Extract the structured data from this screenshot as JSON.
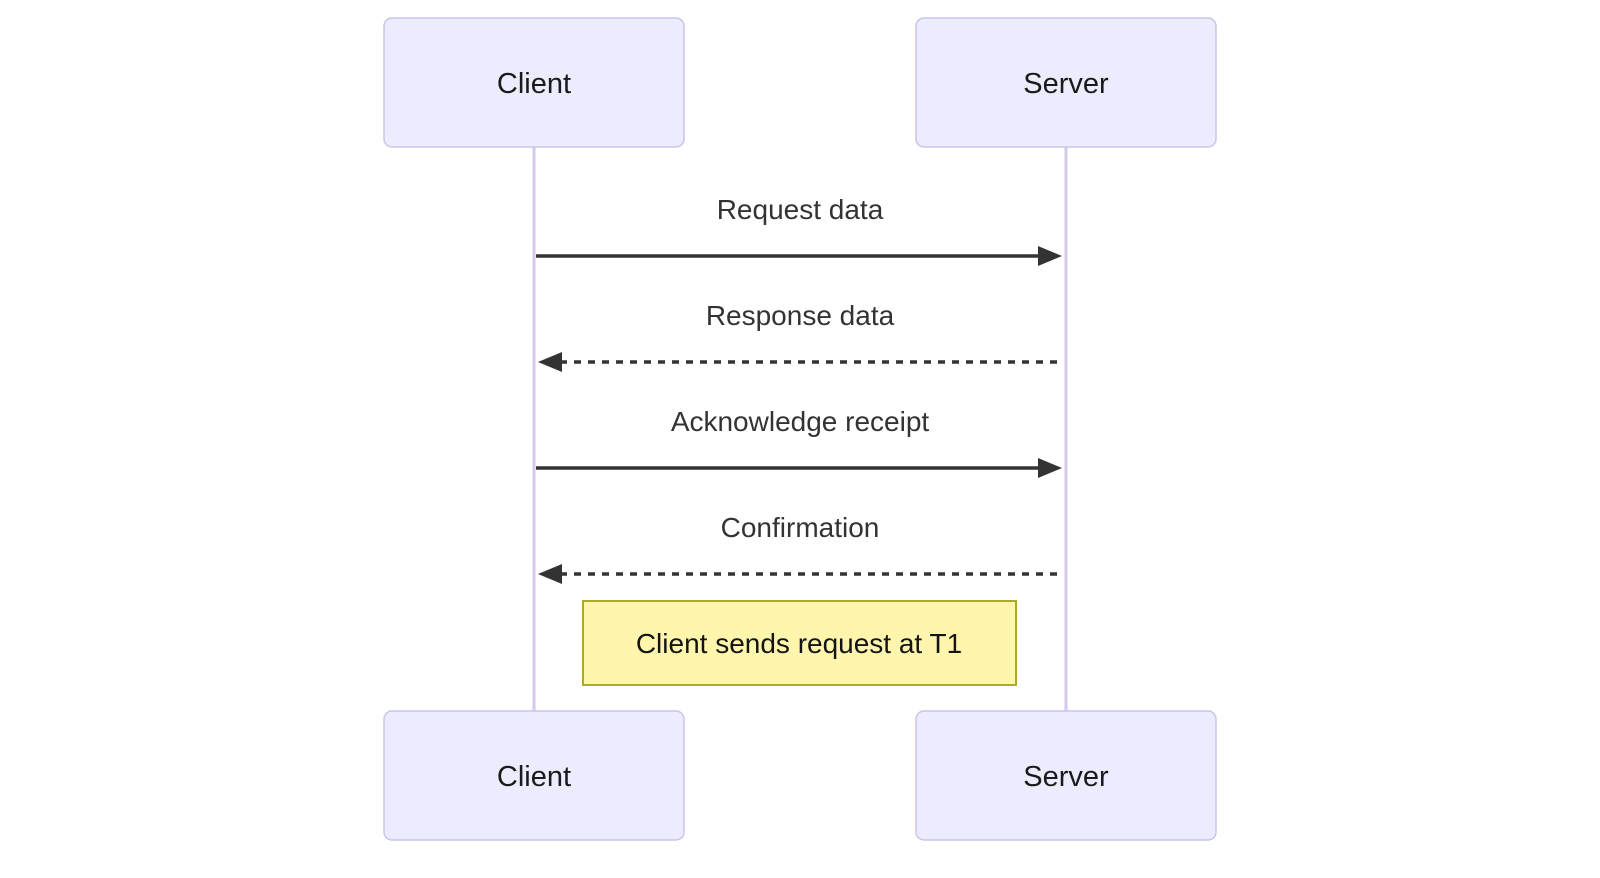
{
  "diagram": {
    "type": "sequence",
    "actors": [
      {
        "name": "Client"
      },
      {
        "name": "Server"
      }
    ],
    "messages": [
      {
        "from": "Client",
        "to": "Server",
        "label": "Request data",
        "style": "solid",
        "direction": "right"
      },
      {
        "from": "Server",
        "to": "Client",
        "label": "Response data",
        "style": "dashed",
        "direction": "left"
      },
      {
        "from": "Client",
        "to": "Server",
        "label": "Acknowledge receipt",
        "style": "solid",
        "direction": "right"
      },
      {
        "from": "Server",
        "to": "Client",
        "label": "Confirmation",
        "style": "dashed",
        "direction": "left"
      }
    ],
    "note": {
      "text": "Client sends request at T1",
      "position": "between lifelines, below last message"
    }
  },
  "colors": {
    "background": "#ffffff",
    "actor_fill": "#ECECFF",
    "actor_border": "#CCC3E8",
    "actor_text": "#1a1a1a",
    "lifeline": "#D5C9EA",
    "arrow": "#333333",
    "message_text": "#333333",
    "note_fill": "#FFF5AD",
    "note_border": "#AAAA33",
    "note_text": "#141414"
  }
}
